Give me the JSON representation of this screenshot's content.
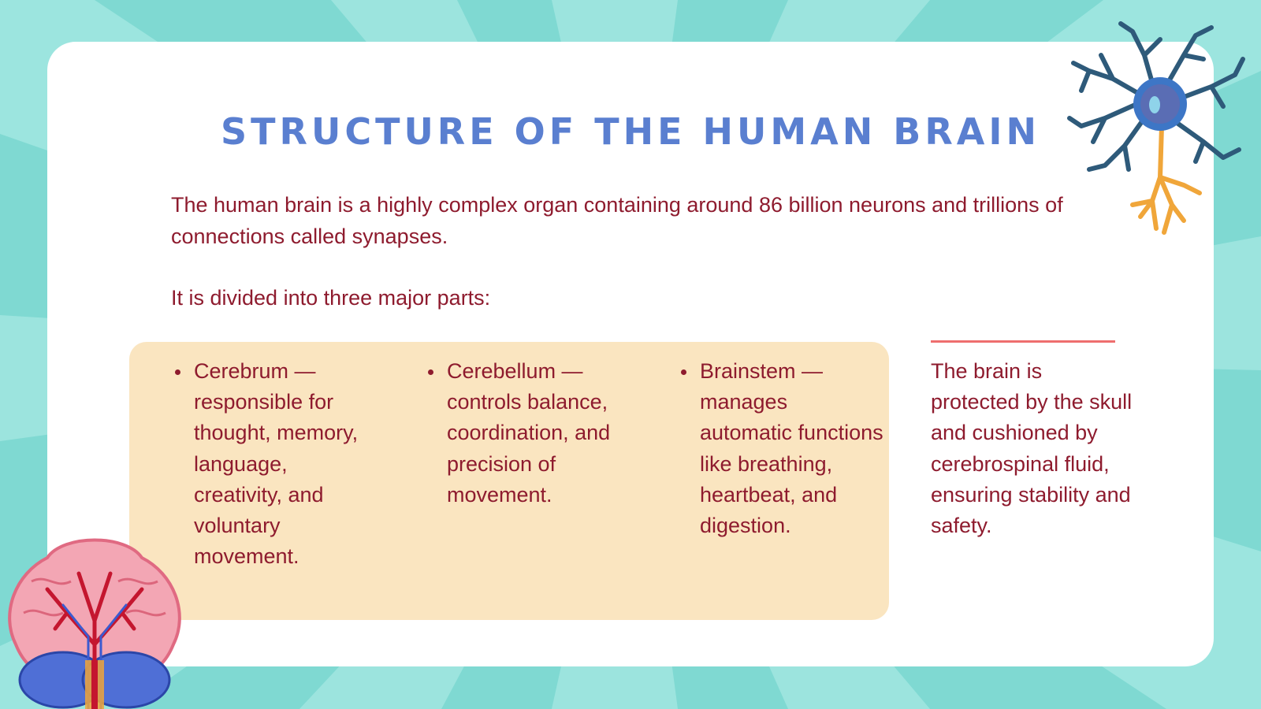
{
  "slide": {
    "title": "STRUCTURE OF THE HUMAN BRAIN",
    "intro": "The human brain is a highly complex organ containing around 86 billion neurons and trillions of connections called synapses.",
    "lead": "It is divided into three major parts:",
    "parts": [
      {
        "text": "Cerebrum — responsible for thought, memory, language, creativity, and voluntary movement."
      },
      {
        "text": "Cerebellum — controls balance, coordination, and precision of movement."
      },
      {
        "text": "Brainstem — manages automatic functions like breathing, heartbeat, and digestion."
      }
    ],
    "side_note": "The brain is protected by the skull and cushioned by cerebrospinal fluid, ensuring stability and safety."
  },
  "decorations": {
    "top_right": "neuron-illustration",
    "bottom_left": "brain-illustration"
  },
  "colors": {
    "background": "#7fd9d2",
    "title": "#5a7fd0",
    "body_text": "#8e1b2e",
    "parts_box": "#fae5c0",
    "accent_line": "#ee6e6e"
  }
}
